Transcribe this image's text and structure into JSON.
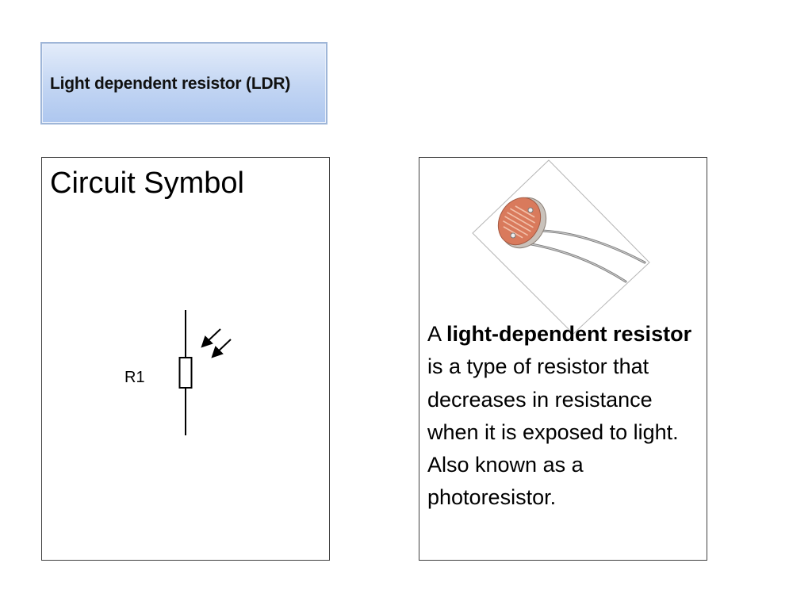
{
  "slide": {
    "title": "Light dependent resistor (LDR)"
  },
  "symbol_panel": {
    "heading": "Circuit Symbol",
    "component_label": "R1",
    "icon": "ldr-circuit-symbol-icon"
  },
  "photo_panel": {
    "icon": "ldr-photo-icon",
    "description": {
      "intro": "A",
      "bold_term": "light-dependent resistor",
      "rest": "is a type of resistor that decreases in resistance when it is exposed to light. Also known as a photoresistor."
    }
  },
  "colors": {
    "title_gradient_top": "#e3ecfa",
    "title_gradient_bottom": "#aec7ef",
    "title_border": "#9fb6d8",
    "ldr_body": "#d97a5c"
  }
}
